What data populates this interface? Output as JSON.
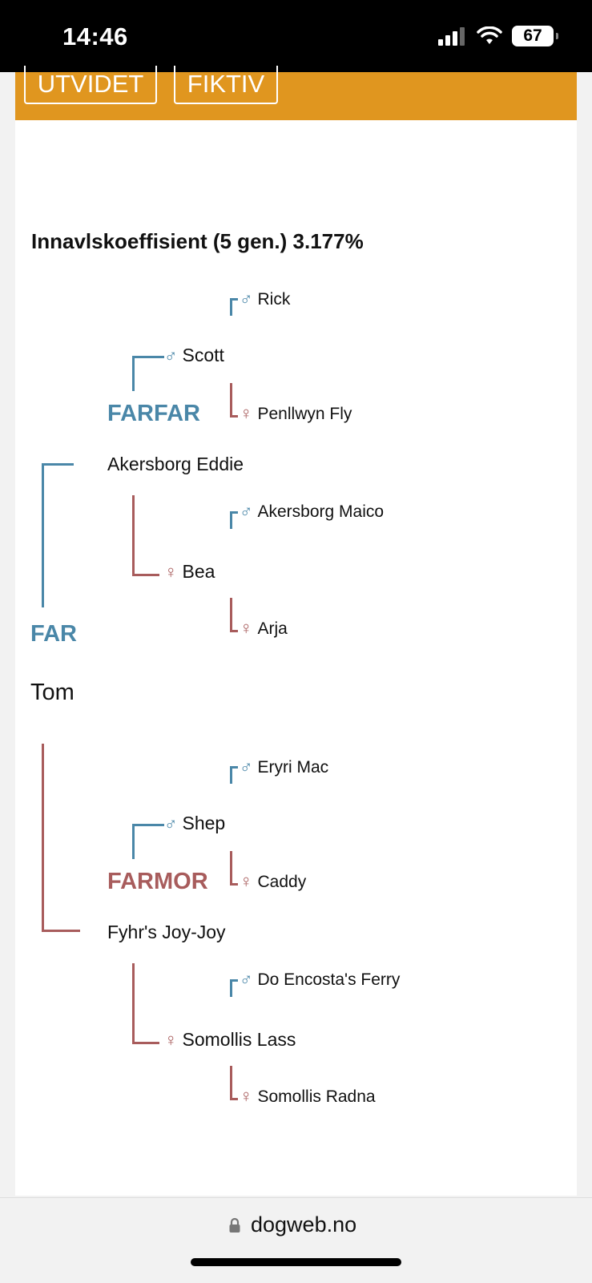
{
  "status_bar": {
    "time": "14:46",
    "battery": "67"
  },
  "tabs": {
    "utvidet": "UTVIDET",
    "fiktiv": "FIKTIV"
  },
  "coefficient": "Innavlskoeffisient (5 gen.) 3.177%",
  "pedigree": {
    "far_label": "FAR",
    "far_name": "Tom",
    "farfar_label": "FARFAR",
    "farfar_name": "Akersborg Eddie",
    "farmor_label": "FARMOR",
    "farmor_name": "Fyhr's Joy-Joy",
    "gen2": {
      "scott": "Scott",
      "bea": "Bea",
      "shep": "Shep",
      "somollis_lass": "Somollis Lass"
    },
    "gen3": {
      "rick": "Rick",
      "penllwyn_fly": "Penllwyn Fly",
      "akersborg_maico": "Akersborg Maico",
      "arja": "Arja",
      "eryri_mac": "Eryri Mac",
      "caddy": "Caddy",
      "do_encosta": "Do Encosta's Ferry",
      "somollis_radna": "Somollis Radna"
    },
    "symbols": {
      "male": "♂",
      "female": "♀"
    }
  },
  "url": "dogweb.no",
  "colors": {
    "orange": "#e0961f",
    "male": "#4a87a8",
    "female": "#a85c5c"
  }
}
